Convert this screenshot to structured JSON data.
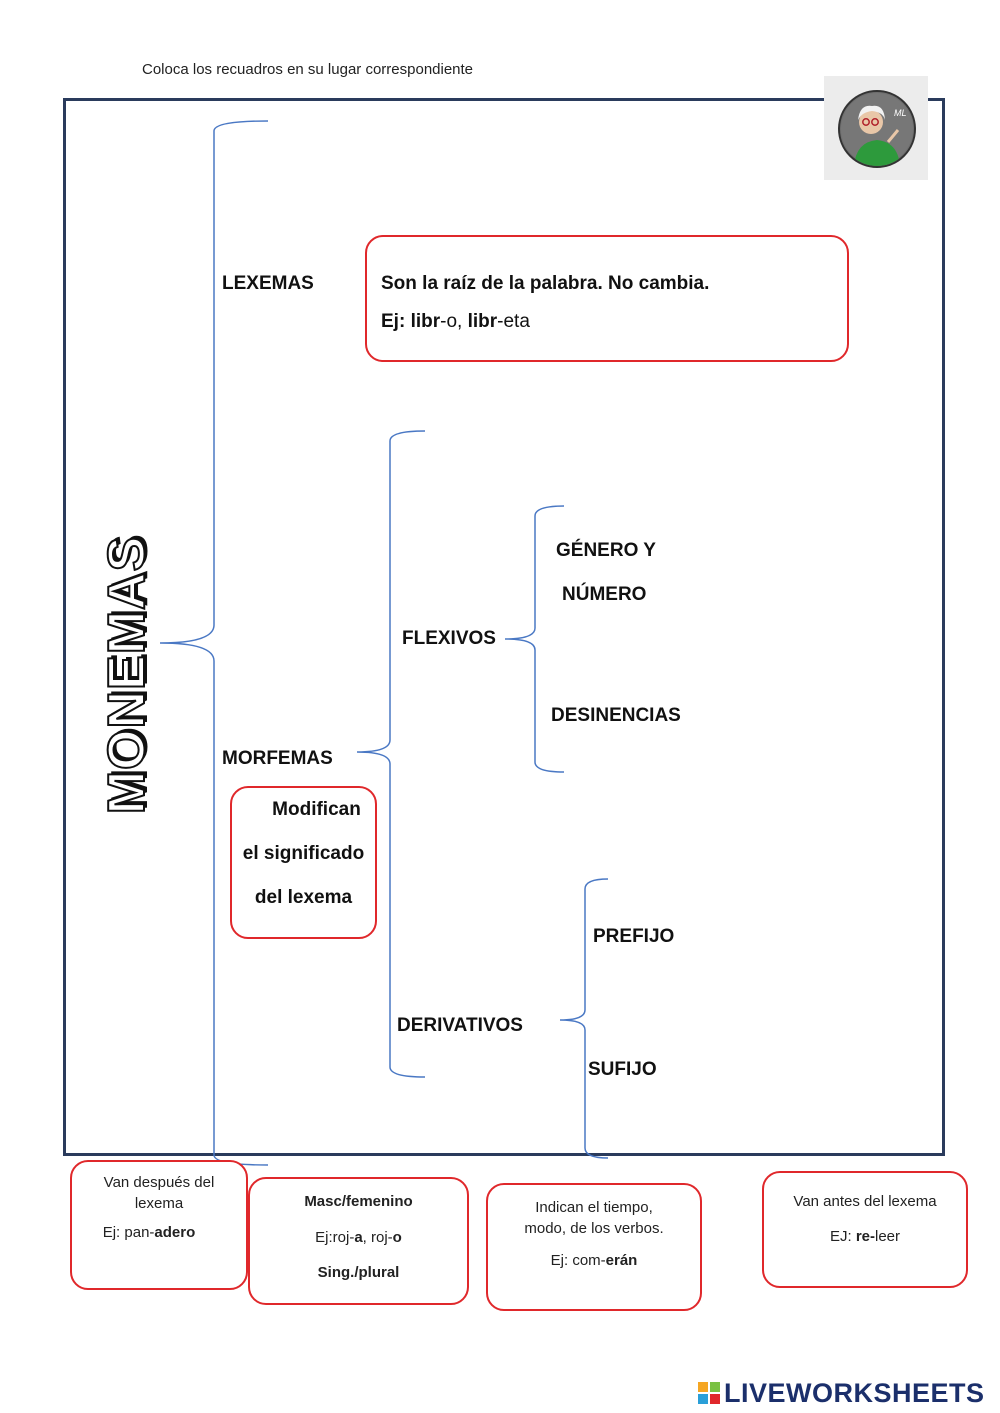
{
  "instruction": "Coloca los recuadros en su lugar correspondiente",
  "title": "MONEMAS",
  "logo_text": "ML",
  "nodes": {
    "lexemas": "LEXEMAS",
    "morfemas": "MORFEMAS",
    "flexivos": "FLEXIVOS",
    "derivativos": "DERIVATIVOS",
    "genero_line1": "GÉNERO Y",
    "genero_line2": "NÚMERO",
    "desinencias": "DESINENCIAS",
    "prefijo": "PREFIJO",
    "sufijo": "SUFIJO"
  },
  "lexema_box": {
    "line1": "Son la raíz de la palabra. No cambia.",
    "ex_label": "Ej:",
    "ex_root1": "libr",
    "ex_end1": "-o, ",
    "ex_root2": "libr",
    "ex_end2": "-eta"
  },
  "morfema_box": {
    "line1": "Modifican",
    "line2": "el significado",
    "line3": "del lexema"
  },
  "drag_boxes": [
    {
      "line1": "Van después del",
      "line2": "lexema",
      "ex_prefix": "Ej:  pan-",
      "ex_bold": "adero"
    },
    {
      "line1": "Masc/femenino",
      "ex_prefix": "Ej:roj-",
      "ex_bold1": "a",
      "ex_mid": ", roj-",
      "ex_bold2": "o",
      "line3": "Sing./plural"
    },
    {
      "line1": "Indican el tiempo,",
      "line2": "modo, de los verbos.",
      "ex_prefix": "Ej: com-",
      "ex_bold": "erán"
    },
    {
      "line1": "Van antes del lexema",
      "ex_prefix": "EJ: ",
      "ex_bold": "re-",
      "ex_suffix": "leer"
    }
  ],
  "footer": "LIVEWORKSHEETS",
  "colors": {
    "frame": "#2a3b5c",
    "brace": "#4a78c4",
    "box_border": "#e0282b"
  }
}
